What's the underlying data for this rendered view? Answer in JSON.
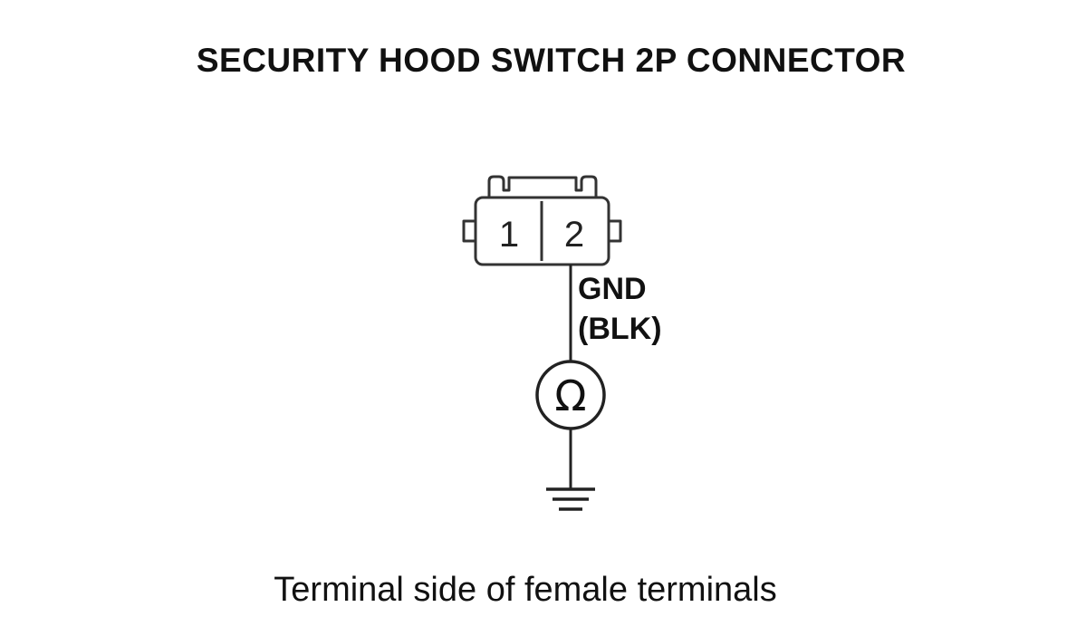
{
  "title": "SECURITY HOOD SWITCH 2P CONNECTOR",
  "connector": {
    "pins": [
      "1",
      "2"
    ]
  },
  "wire": {
    "signal": "GND",
    "color": "(BLK)"
  },
  "meter": {
    "symbol": "Ω"
  },
  "caption": "Terminal side of female terminals"
}
